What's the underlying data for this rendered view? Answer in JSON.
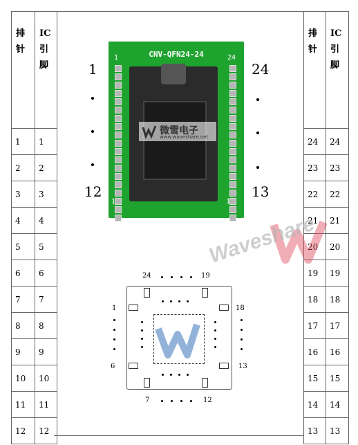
{
  "left_table": {
    "header_col1": "排\n针",
    "header_col2": "IC\n引\n脚",
    "rows": [
      [
        "1",
        "1"
      ],
      [
        "2",
        "2"
      ],
      [
        "3",
        "3"
      ],
      [
        "4",
        "4"
      ],
      [
        "5",
        "5"
      ],
      [
        "6",
        "6"
      ],
      [
        "7",
        "7"
      ],
      [
        "8",
        "8"
      ],
      [
        "9",
        "9"
      ],
      [
        "10",
        "10"
      ],
      [
        "11",
        "11"
      ],
      [
        "12",
        "12"
      ]
    ]
  },
  "right_table": {
    "header_col1": "排\n针",
    "header_col2": "IC\n引\n脚",
    "rows": [
      [
        "24",
        "24"
      ],
      [
        "23",
        "23"
      ],
      [
        "22",
        "22"
      ],
      [
        "21",
        "21"
      ],
      [
        "20",
        "20"
      ],
      [
        "19",
        "19"
      ],
      [
        "18",
        "18"
      ],
      [
        "17",
        "17"
      ],
      [
        "16",
        "16"
      ],
      [
        "15",
        "15"
      ],
      [
        "14",
        "14"
      ],
      [
        "13",
        "13"
      ]
    ]
  },
  "board": {
    "title": "CNV-QFN24-24",
    "silk_tl": "1",
    "silk_tr": "24",
    "silk_bl": "12",
    "silk_br": "13",
    "label_left_top": "1",
    "label_left_bottom": "12",
    "label_right_top": "24",
    "label_right_bottom": "13",
    "watermark_cn": "微雪电子",
    "watermark_url": "www.waveshare.net"
  },
  "package": {
    "label_top_left": "24",
    "label_top_right": "19",
    "label_left_top": "1",
    "label_left_bottom": "6",
    "label_right_top": "18",
    "label_right_bottom": "13",
    "label_bottom_left": "7",
    "label_bottom_right": "12"
  },
  "brand_watermark": "Waveshare",
  "colors": {
    "board_green": "#1fa32f",
    "logo_red": "#e04a5a",
    "logo_blue": "#4a7fc1"
  }
}
